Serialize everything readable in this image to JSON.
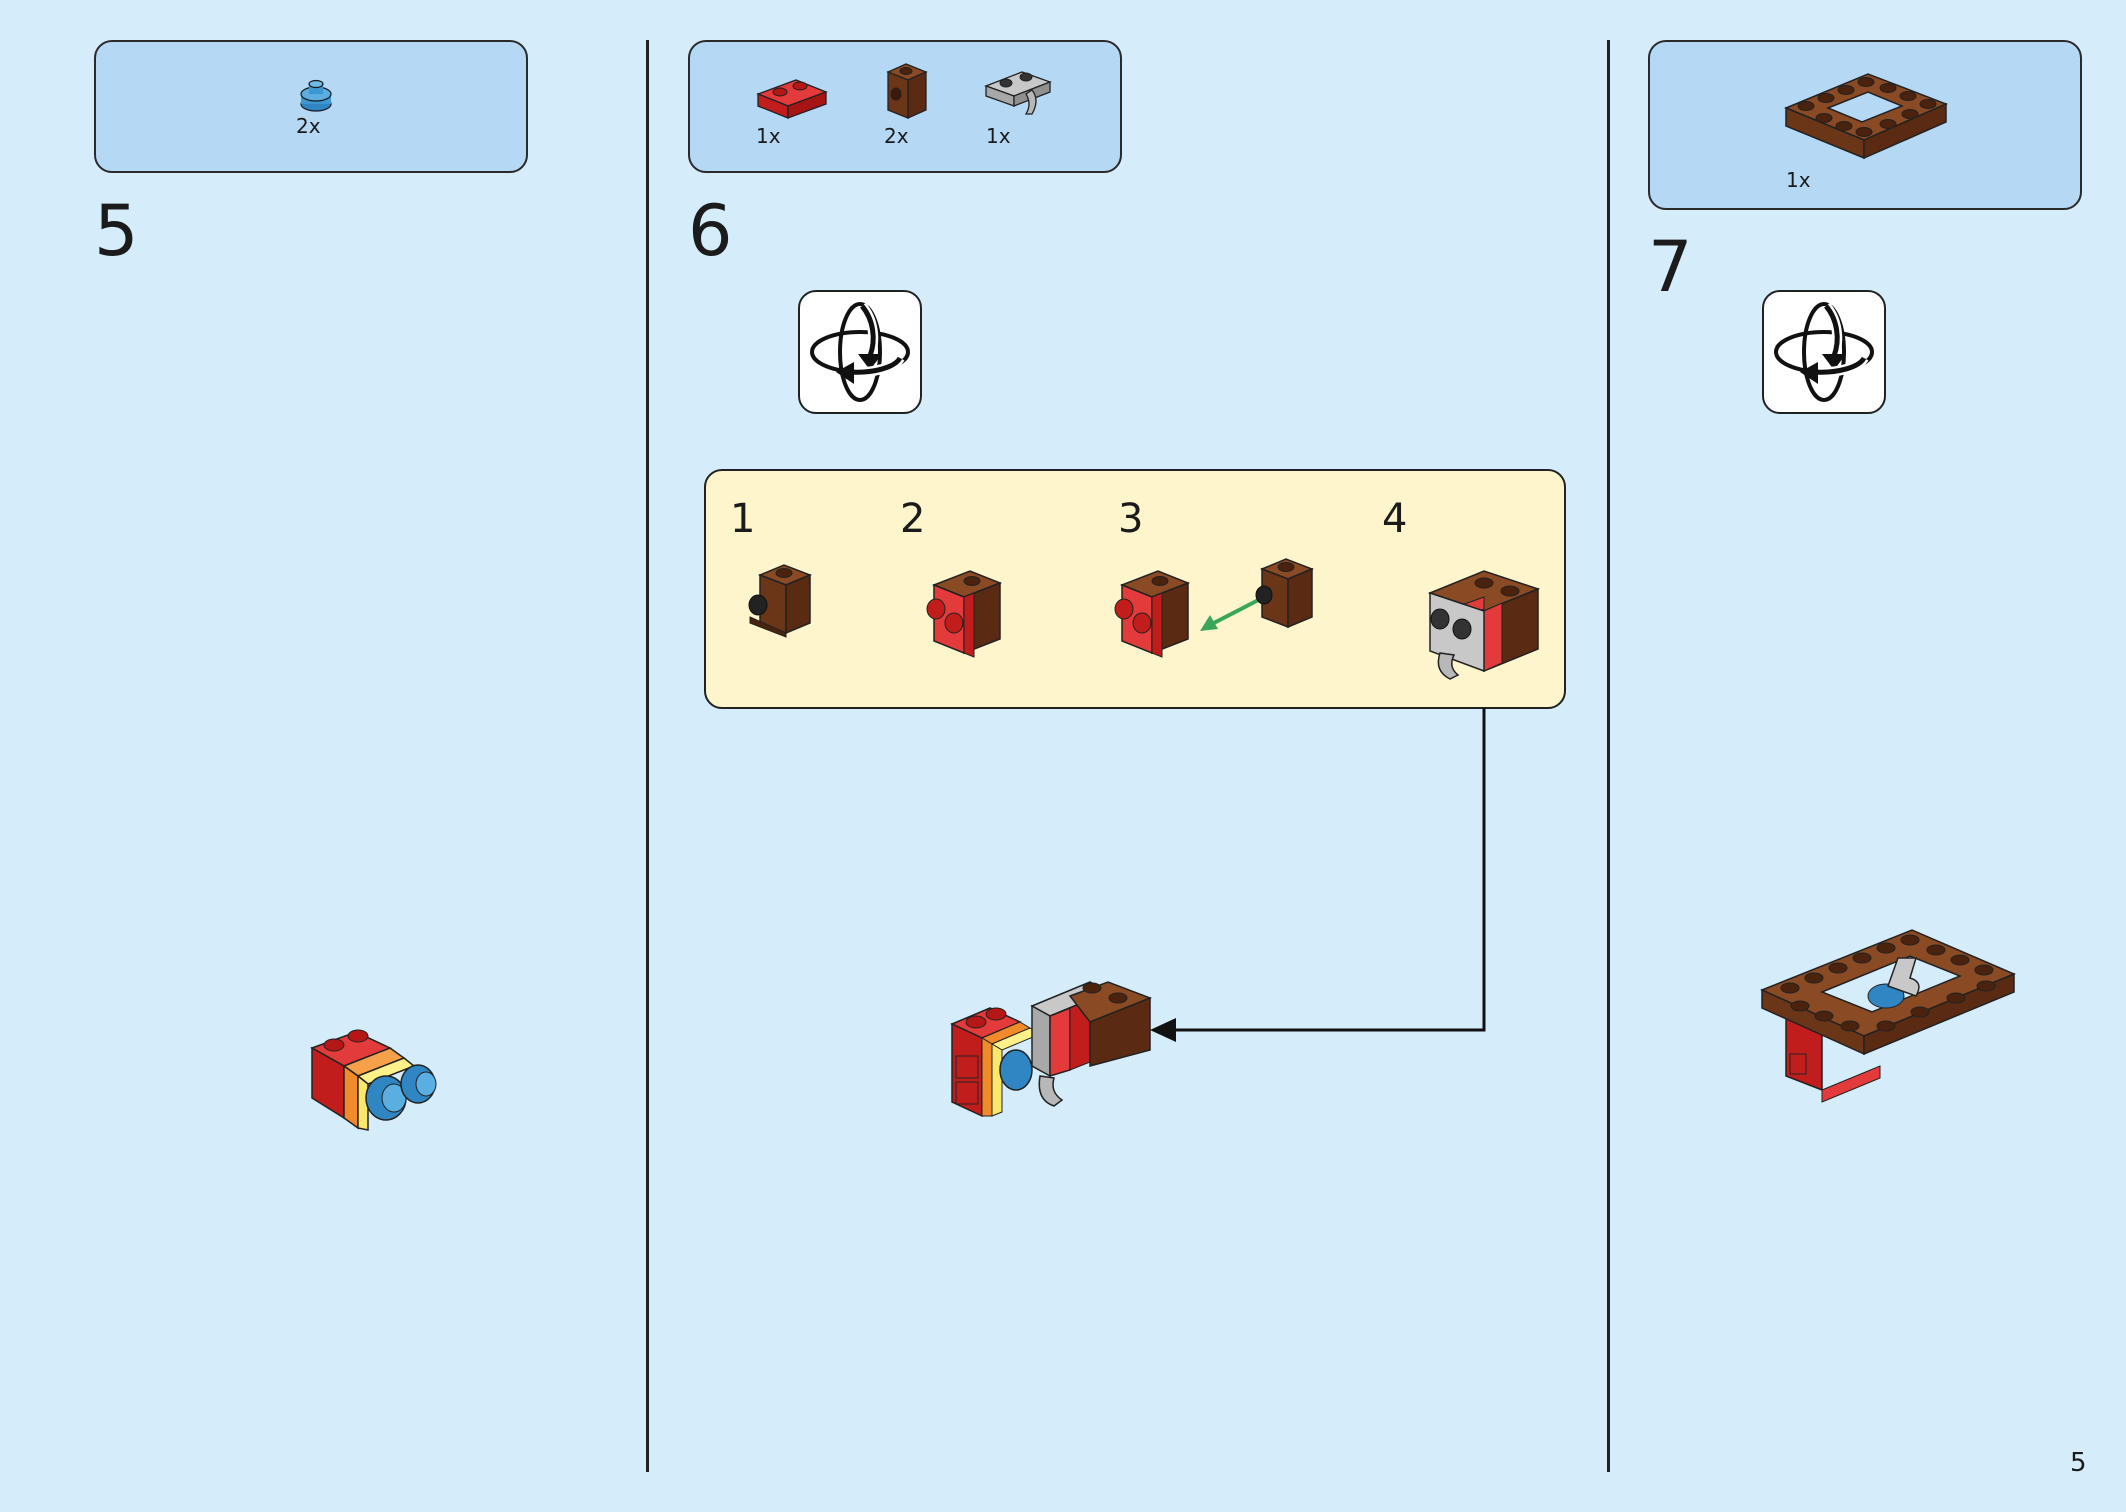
{
  "page_number": "5",
  "steps": [
    {
      "number": "5",
      "parts": [
        {
          "qty": "2x",
          "icon": "blue-round-plate-icon"
        }
      ]
    },
    {
      "number": "6",
      "parts": [
        {
          "qty": "1x",
          "icon": "red-plate-1x2-icon"
        },
        {
          "qty": "2x",
          "icon": "brown-bracket-brick-icon"
        },
        {
          "qty": "1x",
          "icon": "grey-clip-plate-icon"
        }
      ],
      "substeps": [
        "1",
        "2",
        "3",
        "4"
      ]
    },
    {
      "number": "7",
      "parts": [
        {
          "qty": "1x",
          "icon": "brown-frame-plate-4x4-icon"
        }
      ]
    }
  ],
  "colors": {
    "background": "#d5ecfa",
    "parts_box": "#b5d8f4",
    "substep_box": "#fff5cc",
    "arrow_green": "#3aa65a"
  }
}
